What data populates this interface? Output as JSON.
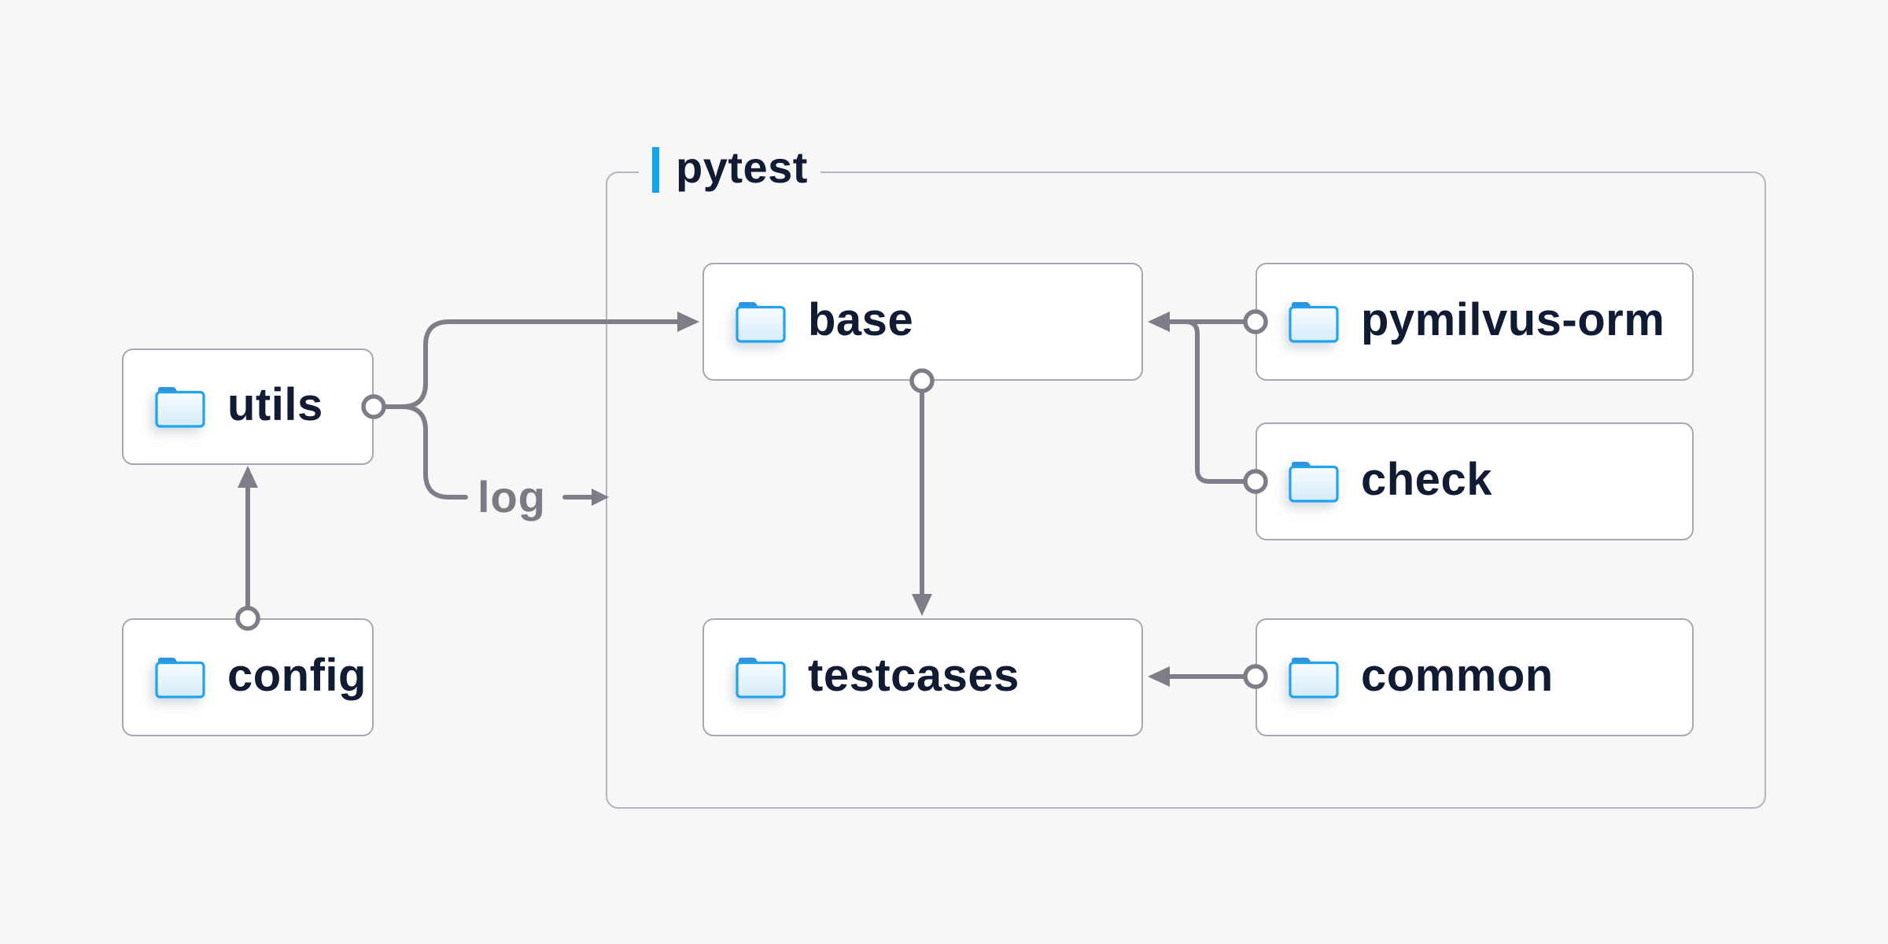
{
  "diagram": {
    "container": {
      "label": "pytest"
    },
    "nodes": {
      "utils": {
        "label": "utils"
      },
      "config": {
        "label": "config"
      },
      "base": {
        "label": "base"
      },
      "pymilvus-orm": {
        "label": "pymilvus-orm"
      },
      "check": {
        "label": "check"
      },
      "testcases": {
        "label": "testcases"
      },
      "common": {
        "label": "common"
      }
    },
    "edges": [
      {
        "from": "config",
        "to": "utils"
      },
      {
        "from": "utils",
        "to": "base"
      },
      {
        "from": "utils",
        "to": "pytest",
        "label": "log"
      },
      {
        "from": "base",
        "to": "testcases"
      },
      {
        "from": "pymilvus-orm",
        "to": "base"
      },
      {
        "from": "check",
        "to": "base"
      },
      {
        "from": "common",
        "to": "testcases"
      }
    ],
    "edge_label": {
      "text": "log"
    }
  },
  "colors": {
    "bg": "#f7f7f8",
    "node-fill": "#ffffff",
    "node-border": "#a7a7b2",
    "container-border": "#b5b5c2",
    "text": "#111b33",
    "line": "#7e7e89",
    "accent": "#14a5ef",
    "muted-text": "#7b7b86",
    "folder-outline": "#22a3f0",
    "folder-tab": "#2f93dd",
    "folder-fill-top": "#f7fcff",
    "folder-fill-bottom": "#d6ebfa"
  }
}
